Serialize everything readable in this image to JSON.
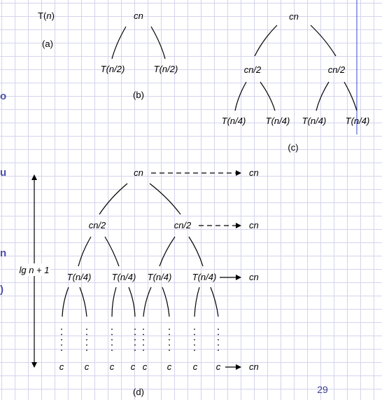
{
  "panels": {
    "a": {
      "caption": "(a)",
      "root": {
        "pre": "T(",
        "var": "n",
        "post": ")"
      }
    },
    "b": {
      "caption": "(b)",
      "root": "cn",
      "children": [
        "T(n/2)",
        "T(n/2)"
      ]
    },
    "c": {
      "caption": "(c)",
      "root": "cn",
      "level1": [
        "cn/2",
        "cn/2"
      ],
      "level2": [
        "T(n/4)",
        "T(n/4)",
        "T(n/4)",
        "T(n/4)"
      ]
    },
    "d": {
      "caption": "(d)",
      "root": "cn",
      "level1": [
        "cn/2",
        "cn/2"
      ],
      "level2": [
        "T(n/4)",
        "T(n/4)",
        "T(n/4)",
        "T(n/4)"
      ],
      "leaves": [
        "c",
        "c",
        "c",
        "c",
        "c",
        "c",
        "c",
        "c"
      ],
      "level_costs": [
        "cn",
        "cn",
        "cn",
        "cn"
      ],
      "height_label": "lg n + 1"
    }
  },
  "page_number": "29",
  "sidebar_marks": [
    "o",
    "u",
    "n",
    ")"
  ],
  "accent_color": "#3b48c8"
}
